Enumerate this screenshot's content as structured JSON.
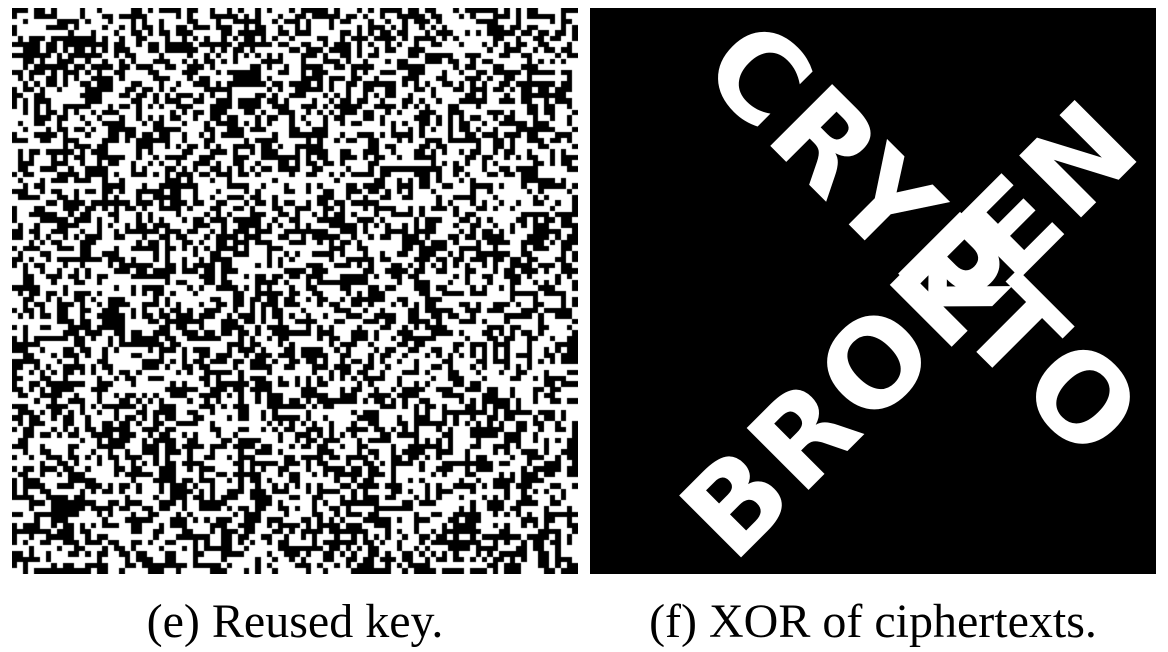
{
  "figure": {
    "panel_e": {
      "caption": "(e) Reused key."
    },
    "panel_f": {
      "caption": "(f) XOR of ciphertexts.",
      "words": [
        "CRYPTO",
        "BROKEN"
      ]
    }
  },
  "colors": {
    "background": "#ffffff",
    "pixel_on": "#ffffff",
    "pixel_off": "#000000",
    "caption": "#000000"
  }
}
